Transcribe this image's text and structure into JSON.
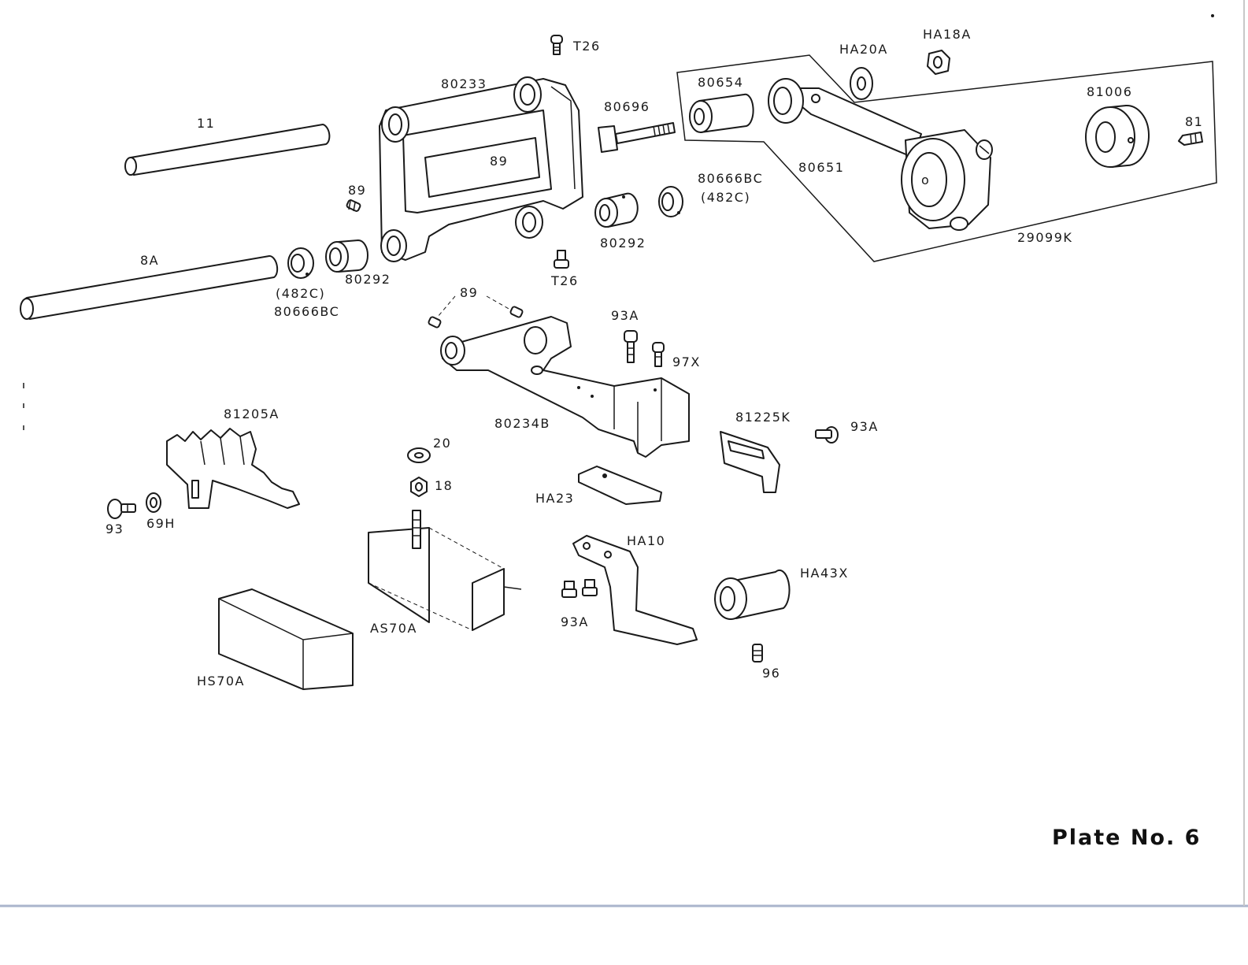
{
  "plate": {
    "title": "Plate No. 6",
    "labels": [
      {
        "id": "11",
        "text": "11"
      },
      {
        "id": "8a",
        "text": "8A"
      },
      {
        "id": "89-a",
        "text": "89"
      },
      {
        "id": "89-b",
        "text": "89"
      },
      {
        "id": "89-c",
        "text": "89"
      },
      {
        "id": "80233",
        "text": "80233"
      },
      {
        "id": "t26-top",
        "text": "T26"
      },
      {
        "id": "t26-bottom",
        "text": "T26"
      },
      {
        "id": "80696",
        "text": "80696"
      },
      {
        "id": "80654",
        "text": "80654"
      },
      {
        "id": "ha20a",
        "text": "HA20A"
      },
      {
        "id": "ha18a",
        "text": "HA18A"
      },
      {
        "id": "81006",
        "text": "81006"
      },
      {
        "id": "81",
        "text": "81"
      },
      {
        "id": "80651",
        "text": "80651"
      },
      {
        "id": "29099k",
        "text": "29099K"
      },
      {
        "id": "80666bc-right",
        "text": "80666BC"
      },
      {
        "id": "482c-right",
        "text": "(482C)"
      },
      {
        "id": "80292-right",
        "text": "80292"
      },
      {
        "id": "80292-left",
        "text": "80292"
      },
      {
        "id": "482c-left",
        "text": "(482C)"
      },
      {
        "id": "80666bc-left",
        "text": "80666BC"
      },
      {
        "id": "93a-top",
        "text": "93A"
      },
      {
        "id": "97x",
        "text": "97X"
      },
      {
        "id": "81205a",
        "text": "81205A"
      },
      {
        "id": "80234b",
        "text": "80234B"
      },
      {
        "id": "81225k",
        "text": "81225K"
      },
      {
        "id": "93a-right",
        "text": "93A"
      },
      {
        "id": "20",
        "text": "20"
      },
      {
        "id": "18",
        "text": "18"
      },
      {
        "id": "ha23",
        "text": "HA23"
      },
      {
        "id": "93",
        "text": "93"
      },
      {
        "id": "69h",
        "text": "69H"
      },
      {
        "id": "ha10",
        "text": "HA10"
      },
      {
        "id": "ha43x",
        "text": "HA43X"
      },
      {
        "id": "as70a",
        "text": "AS70A"
      },
      {
        "id": "93a-bottom",
        "text": "93A"
      },
      {
        "id": "96",
        "text": "96"
      },
      {
        "id": "hs70a",
        "text": "HS70A"
      }
    ]
  }
}
